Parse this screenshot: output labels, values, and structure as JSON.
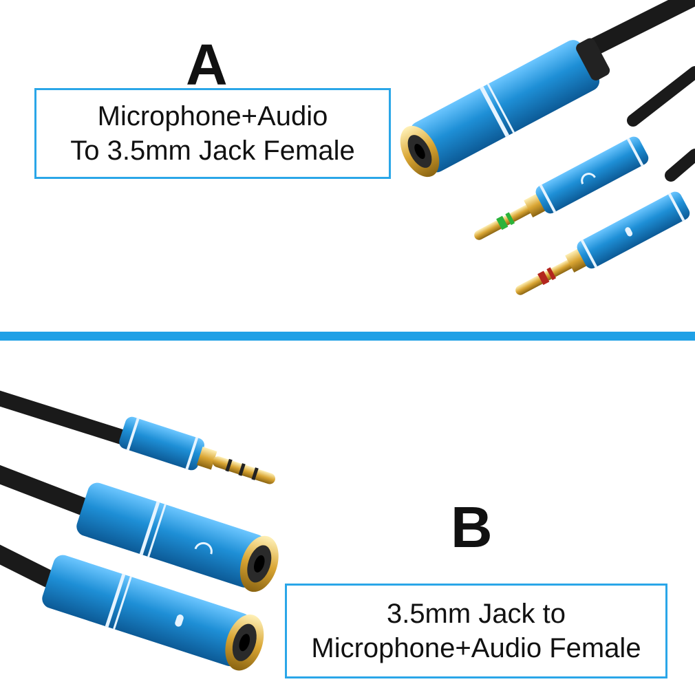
{
  "panel_a": {
    "letter": "A",
    "caption_line1": "Microphone+Audio",
    "caption_line2": "To 3.5mm Jack Female"
  },
  "panel_b": {
    "letter": "B",
    "caption_line1": "3.5mm Jack to",
    "caption_line2": "Microphone+Audio Female"
  },
  "colors": {
    "accent": "#1fa0e6",
    "jack_body": "#1e8fd6",
    "gold": "#d9a533",
    "ring_green": "#2bb33a",
    "ring_red": "#b3261e",
    "cable": "#1a1a1a"
  },
  "icons": [
    "headphone-icon",
    "microphone-icon"
  ]
}
